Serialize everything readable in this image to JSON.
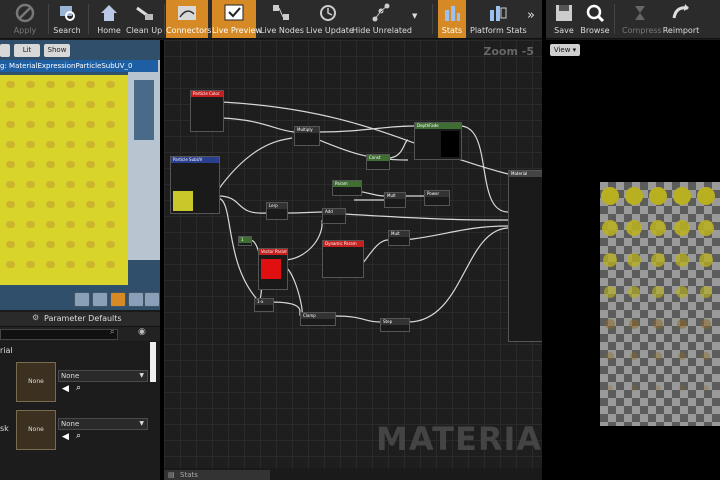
{
  "toolbar": {
    "items": [
      {
        "label": "Apply",
        "icon": "apply-icon"
      },
      {
        "label": "Search",
        "icon": "search-icon"
      },
      {
        "label": "Home",
        "icon": "home-icon"
      },
      {
        "label": "Clean Up",
        "icon": "clean-up-icon"
      },
      {
        "label": "Connectors",
        "icon": "connectors-icon"
      },
      {
        "label": "Live Preview",
        "icon": "live-preview-icon"
      },
      {
        "label": "Live Nodes",
        "icon": "live-nodes-icon"
      },
      {
        "label": "Live Update",
        "icon": "live-update-icon"
      },
      {
        "label": "Hide Unrelated",
        "icon": "hide-unrelated-icon"
      },
      {
        "label": "Stats",
        "icon": "stats-icon"
      },
      {
        "label": "Platform Stats",
        "icon": "platform-stats-icon"
      }
    ],
    "more": "»"
  },
  "right_toolbar": {
    "items": [
      {
        "label": "Save",
        "icon": "save-icon"
      },
      {
        "label": "Browse",
        "icon": "browse-icon"
      },
      {
        "label": "Compress",
        "icon": "compress-icon"
      },
      {
        "label": "Reimport",
        "icon": "reimport-icon"
      }
    ]
  },
  "viewport": {
    "buttons": {
      "view": "",
      "lit": "Lit",
      "show": "Show"
    },
    "caption": "g: MaterialExpressionParticleSubUV_0"
  },
  "parameters": {
    "tab_label": "Parameter Defaults",
    "section": "rial",
    "rows": [
      {
        "thumb": "None",
        "value": "None",
        "side_label": ""
      },
      {
        "thumb": "None",
        "value": "None",
        "side_label": "sk"
      }
    ]
  },
  "graph": {
    "zoom": "Zoom -5",
    "watermark": "MATERIAL",
    "stats_tab": "Stats"
  },
  "preview": {
    "view_button": "View ▾"
  },
  "colors": {
    "toolbar_active": "#d68a26",
    "caption_bg": "#1e5fa3",
    "node_red": "#c42020",
    "node_green": "#3e6e32",
    "node_blue": "#2a3f8f"
  }
}
